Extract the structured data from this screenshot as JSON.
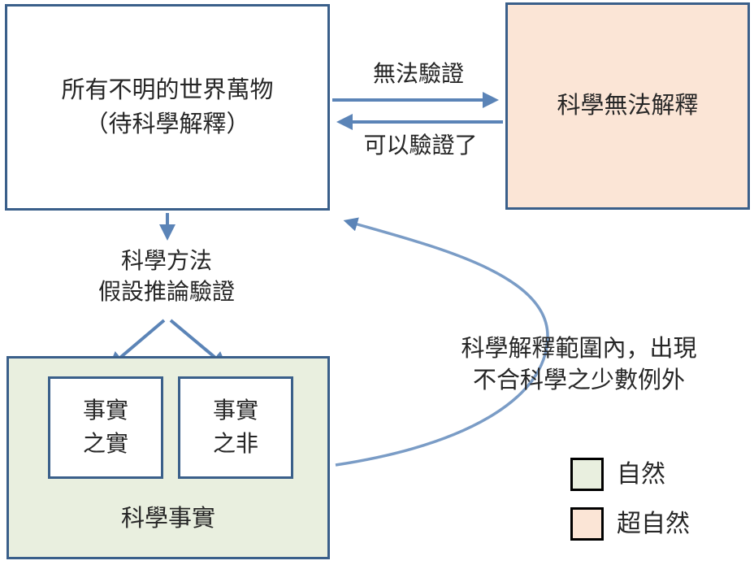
{
  "colors": {
    "box_border": "#3A5F8A",
    "arrow": "#5B84B7",
    "peach_fill": "#FBE5D6",
    "green_fill": "#E9EFDF",
    "text": "#262626",
    "legend_border": "#000000"
  },
  "boxes": {
    "unknown_world": {
      "line1": "所有不明的世界萬物",
      "line2": "（待科學解釋）"
    },
    "science_cannot_explain": {
      "label": "科學無法解釋"
    },
    "scientific_fact": {
      "fact_true_line1": "事實",
      "fact_true_line2": "之實",
      "fact_false_line1": "事實",
      "fact_false_line2": "之非",
      "label": "科學事實"
    }
  },
  "labels": {
    "cannot_verify": "無法驗證",
    "can_verify_now": "可以驗證了",
    "scientific_method_line1": "科學方法",
    "scientific_method_line2": "假設推論驗證",
    "exception_line1": "科學解釋範圍內，出現",
    "exception_line2": "不合科學之少數例外"
  },
  "legend": {
    "natural": "自然",
    "supernatural": "超自然"
  }
}
